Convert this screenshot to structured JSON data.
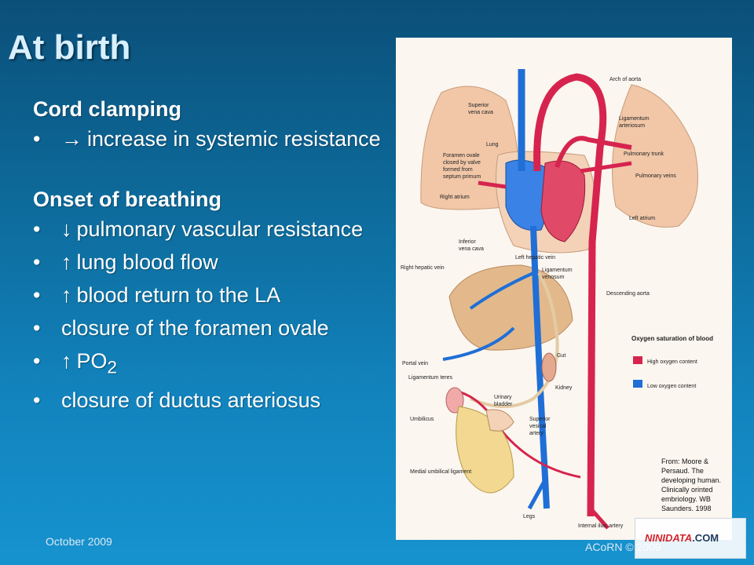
{
  "slide": {
    "title": "At birth",
    "sections": [
      {
        "heading": "Cord clamping",
        "bullets": [
          {
            "arrow": "→",
            "text": "increase in systemic resistance"
          }
        ]
      },
      {
        "heading": "Onset of breathing",
        "bullets": [
          {
            "arrow": "↓",
            "text": "pulmonary vascular resistance"
          },
          {
            "arrow": "↑",
            "text": "lung blood flow"
          },
          {
            "arrow": "↑",
            "text": "blood return to the LA"
          },
          {
            "arrow": "",
            "text": "closure of the foramen ovale"
          },
          {
            "arrow": "↑",
            "text": "PO",
            "subscript": "2"
          },
          {
            "arrow": "",
            "text": "closure of ductus arteriosus"
          }
        ]
      }
    ],
    "footer": {
      "date": "October 2009",
      "copyright": "ACoRN © 2009"
    },
    "bullet_glyph": "•"
  },
  "figure": {
    "labels": {
      "svc": [
        "Superior",
        "vena cava"
      ],
      "arch": "Arch of aorta",
      "ligart": [
        "Ligamentum",
        "arteriosum"
      ],
      "lung": "Lung",
      "foramen": [
        "Foramen ovale",
        "closed by valve",
        "formed from",
        "septum primum"
      ],
      "ptrunk": "Pulmonary trunk",
      "pveins": "Pulmonary veins",
      "ratrium": "Right atrium",
      "latrium": "Left atrium",
      "ivc": [
        "Inferior",
        "vena cava"
      ],
      "lhv": "Left hepatic vein",
      "ligven": [
        "Ligamentum",
        "venosum"
      ],
      "rhv": "Right hepatic vein",
      "daorta": "Descending aorta",
      "gut": "Gut",
      "portal": "Portal vein",
      "ligteres": "Ligamentum teres",
      "kidney": "Kidney",
      "bladder": [
        "Urinary",
        "bladder"
      ],
      "umbilicus": "Umbilicus",
      "svesical": [
        "Superior",
        "vesical",
        "artery"
      ],
      "medial": "Medial umbilical ligament",
      "legs": "Legs",
      "iliac": "Internal iliac artery"
    },
    "legend": {
      "title": "Oxygen saturation of blood",
      "items": [
        {
          "label": "High oxygen content",
          "color": "#d6244e"
        },
        {
          "label": "Low oxygen content",
          "color": "#1f6fd6"
        }
      ]
    },
    "citation": [
      "From: Moore &",
      "Persaud. The",
      "developing human.",
      "Clinically orinted",
      "embriology. WB",
      "Saunders. 1998"
    ],
    "colors": {
      "artery": "#d6244e",
      "vein": "#1f6fd6",
      "lung": "#f1c7a8",
      "liver": "#e3b98c",
      "background": "#fbf6ef"
    }
  },
  "watermark": {
    "brand": "NINIDATA",
    "suffix": ".COM"
  }
}
